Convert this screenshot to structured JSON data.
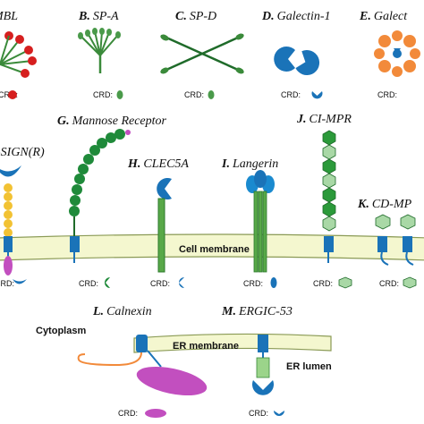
{
  "panels": {
    "A": {
      "letter": "",
      "name": "MBL"
    },
    "B": {
      "letter": "B.",
      "name": "SP-A"
    },
    "C": {
      "letter": "C.",
      "name": "SP-D"
    },
    "D": {
      "letter": "D.",
      "name": "Galectin-1"
    },
    "E": {
      "letter": "E.",
      "name": "Galect"
    },
    "F": {
      "letter": "",
      "name": "-SIGN(R)"
    },
    "G": {
      "letter": "G.",
      "name": "Mannose Receptor"
    },
    "H": {
      "letter": "H.",
      "name": "CLEC5A"
    },
    "I": {
      "letter": "I.",
      "name": "Langerin"
    },
    "J": {
      "letter": "J.",
      "name": "CI-MPR"
    },
    "K": {
      "letter": "K.",
      "name": "CD-MP"
    },
    "L": {
      "letter": "L.",
      "name": "Calnexin"
    },
    "M": {
      "letter": "M.",
      "name": "ERGIC-53"
    }
  },
  "crd_label": "CRD:",
  "cell_membrane_label": "Cell membrane",
  "er_membrane_label": "ER membrane",
  "cytoplasm_label": "Cytoplasm",
  "er_lumen_label": "ER lumen",
  "colors": {
    "membrane_fill": "#f4f7cf",
    "membrane_stroke": "#8a9a55",
    "mbl_red": "#d61f1f",
    "green": "#3a8a3a",
    "dark_green": "#1f6b2a",
    "blue": "#1a73b8",
    "orange": "#f28a3a",
    "yellow": "#f2c233",
    "magenta": "#c24fbf",
    "light_green_hex": "#a9d8a6"
  }
}
